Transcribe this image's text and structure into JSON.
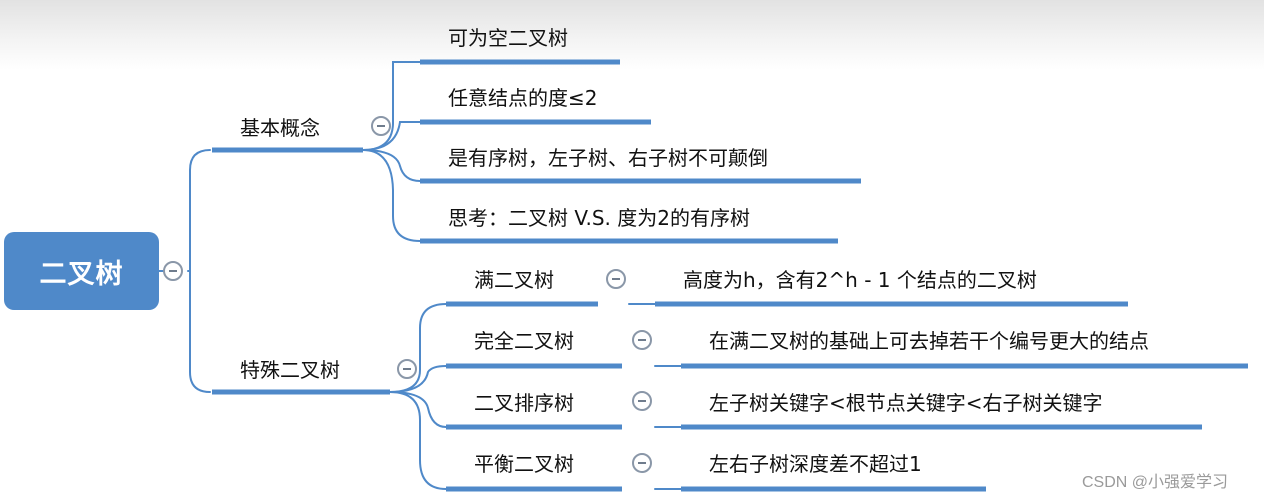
{
  "root": {
    "label": "二叉树"
  },
  "branches": [
    {
      "label": "基本概念",
      "children": [
        {
          "label": "可为空二叉树"
        },
        {
          "label": "任意结点的度≤2"
        },
        {
          "label": "是有序树，左子树、右子树不可颠倒"
        },
        {
          "label": "思考：二叉树 V.S. 度为2的有序树"
        }
      ]
    },
    {
      "label": "特殊二叉树",
      "children": [
        {
          "label": "满二叉树",
          "detail": "高度为h，含有2^h - 1 个结点的二叉树"
        },
        {
          "label": "完全二叉树",
          "detail": "在满二叉树的基础上可去掉若干个编号更大的结点"
        },
        {
          "label": "二叉排序树",
          "detail": "左子树关键字<根节点关键字<右子树关键字"
        },
        {
          "label": "平衡二叉树",
          "detail": "左右子树深度差不超过1"
        }
      ]
    }
  ],
  "watermark": "CSDN @小强爱学习",
  "colors": {
    "root_fill": "#4f89c9",
    "branch_line": "#4f89c9",
    "connector": "#4f89c9",
    "collapse_icon": "#8a97a8"
  }
}
